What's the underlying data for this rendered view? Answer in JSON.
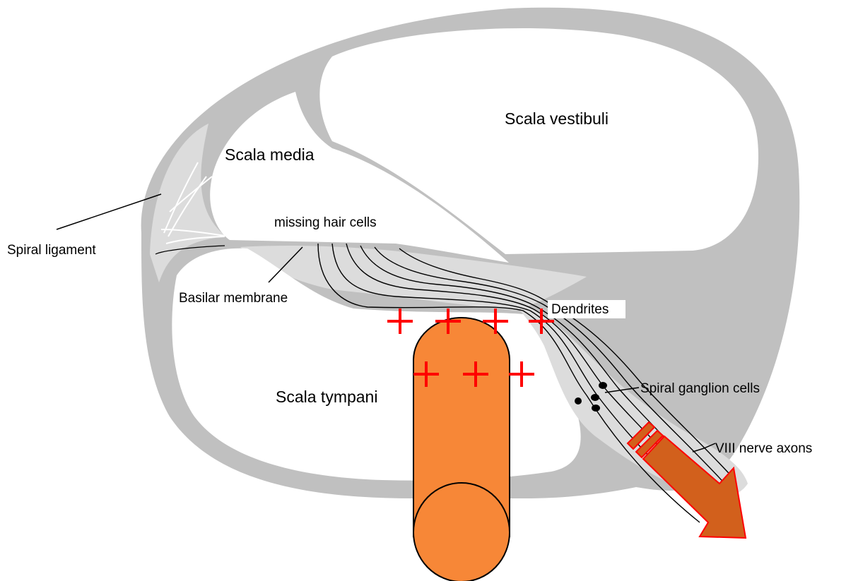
{
  "labels": {
    "scala_vestibuli": "Scala vestibuli",
    "scala_media": "Scala media",
    "scala_tympani": "Scala tympani",
    "spiral_ligament": "Spiral ligament",
    "missing_hair_cells": "missing hair cells",
    "basilar_membrane": "Basilar membrane",
    "dendrites": "Dendrites",
    "spiral_ganglion_cells": "Spiral ganglion cells",
    "viii_nerve_axons": "VIII nerve axons"
  },
  "colors": {
    "tissue": "#c0c0c0",
    "tissue_light": "#dcdcdc",
    "electrode": "#f78737",
    "stimulus_marker": "#ff0000",
    "signal_arrow": "#d2601c",
    "arrow_outline": "#ff0000"
  },
  "icons": {
    "electrode": "cylinder-electrode",
    "stimulation": "plus-sign",
    "signal": "thick-arrow"
  }
}
